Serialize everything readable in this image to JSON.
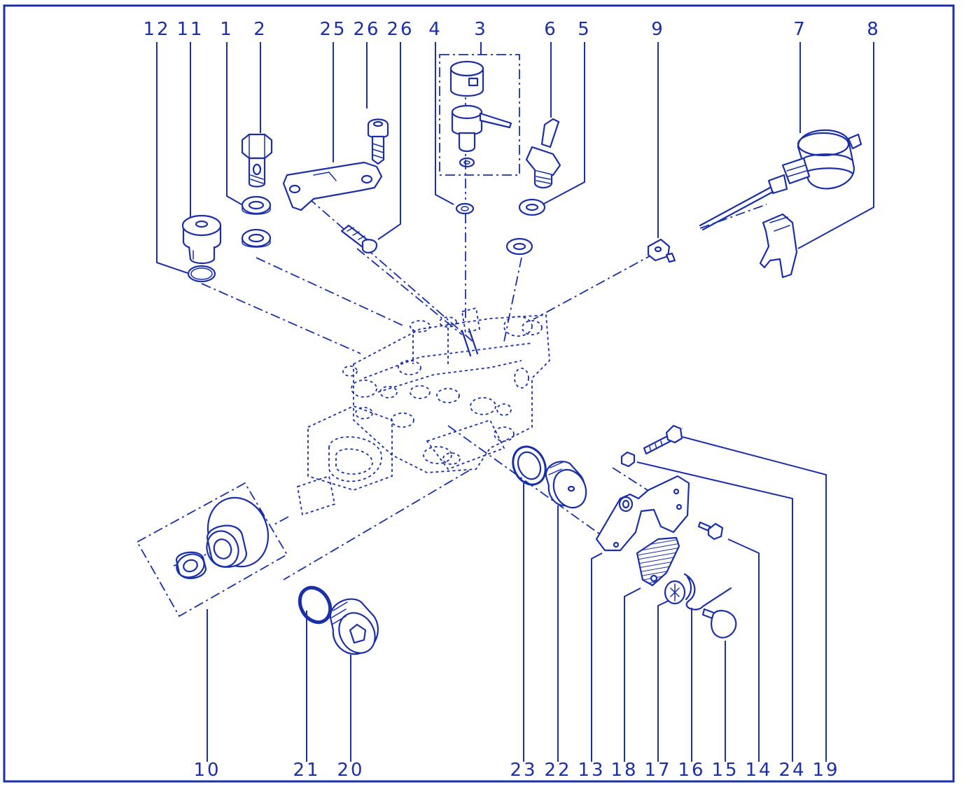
{
  "colors": {
    "ink": "#1a2fa8",
    "background": "#ffffff"
  },
  "callouts_top": [
    {
      "id": "12",
      "label": "12"
    },
    {
      "id": "11",
      "label": "11"
    },
    {
      "id": "1",
      "label": "1"
    },
    {
      "id": "2",
      "label": "2"
    },
    {
      "id": "25",
      "label": "25"
    },
    {
      "id": "26a",
      "label": "26"
    },
    {
      "id": "26b",
      "label": "26"
    },
    {
      "id": "4",
      "label": "4"
    },
    {
      "id": "3",
      "label": "3"
    },
    {
      "id": "6",
      "label": "6"
    },
    {
      "id": "5",
      "label": "5"
    },
    {
      "id": "9",
      "label": "9"
    },
    {
      "id": "7",
      "label": "7"
    },
    {
      "id": "8",
      "label": "8"
    }
  ],
  "callouts_bottom": [
    {
      "id": "10",
      "label": "10"
    },
    {
      "id": "21",
      "label": "21"
    },
    {
      "id": "20",
      "label": "20"
    },
    {
      "id": "23",
      "label": "23"
    },
    {
      "id": "22",
      "label": "22"
    },
    {
      "id": "13",
      "label": "13"
    },
    {
      "id": "18",
      "label": "18"
    },
    {
      "id": "17",
      "label": "17"
    },
    {
      "id": "16",
      "label": "16"
    },
    {
      "id": "15",
      "label": "15"
    },
    {
      "id": "14",
      "label": "14"
    },
    {
      "id": "24",
      "label": "24"
    },
    {
      "id": "19",
      "label": "19"
    }
  ]
}
